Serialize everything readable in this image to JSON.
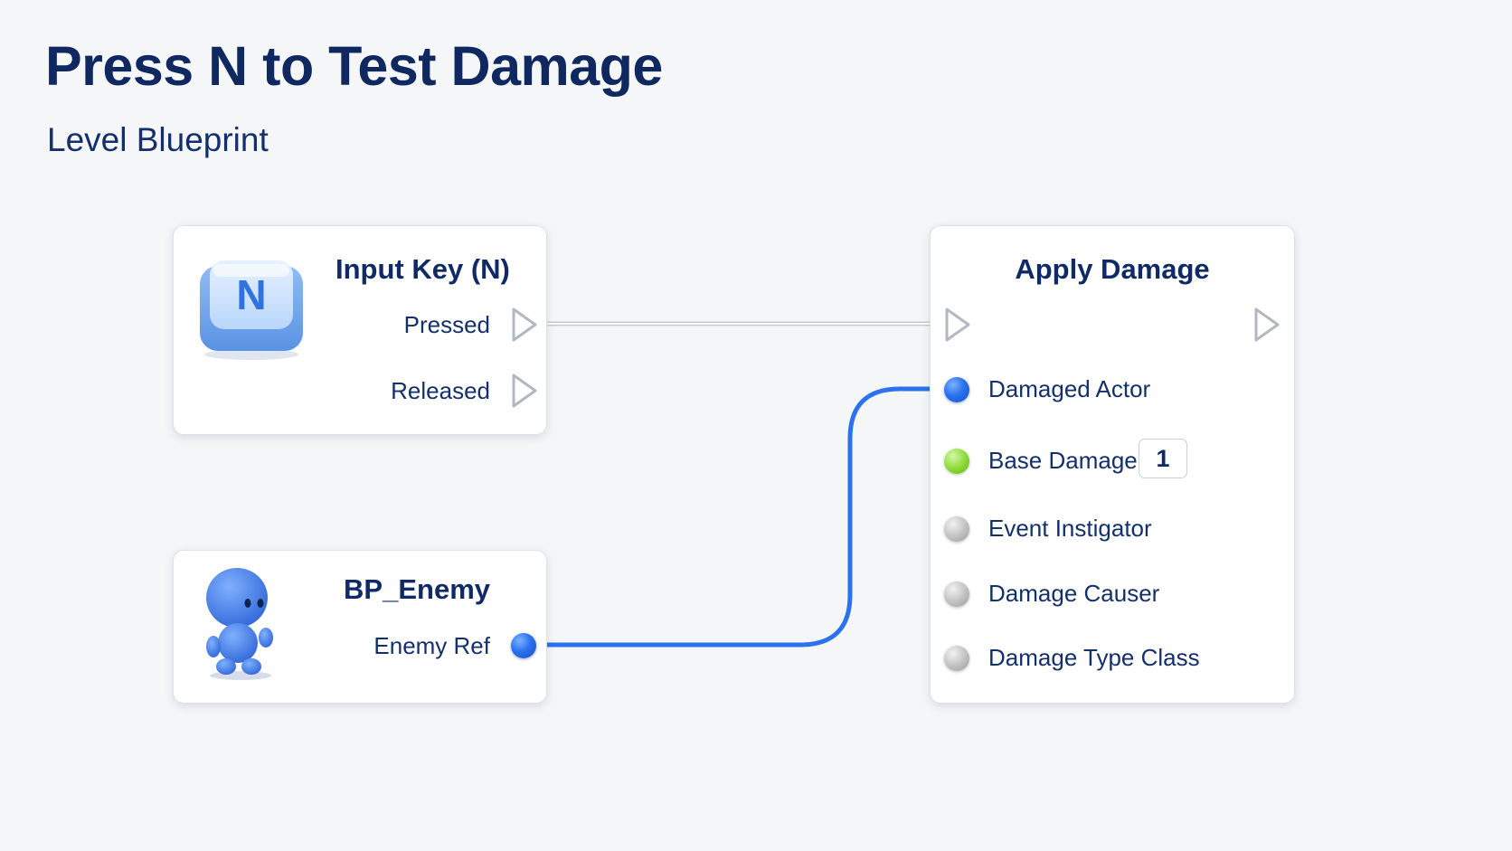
{
  "header": {
    "title": "Press N to Test Damage",
    "subtitle": "Level Blueprint"
  },
  "nodes": {
    "input_key": {
      "title": "Input Key (N)",
      "key_letter": "N",
      "icon": "keyboard-key-icon",
      "pins": [
        "Pressed",
        "Released"
      ]
    },
    "bp_enemy": {
      "title": "BP_Enemy",
      "icon": "character-icon",
      "pins": [
        "Enemy Ref"
      ]
    },
    "apply_damage": {
      "title": "Apply Damage",
      "pins": [
        {
          "label": "Damaged Actor",
          "color": "#2a72ee"
        },
        {
          "label": "Base Damage",
          "color": "#8fdc3e",
          "value": "1"
        },
        {
          "label": "Event Instigator",
          "color": "#b0b0b0"
        },
        {
          "label": "Damage Causer",
          "color": "#b0b0b0"
        },
        {
          "label": "Damage Type Class",
          "color": "#b0b0b0"
        }
      ]
    }
  },
  "colors": {
    "title": "#0f2860",
    "data_wire": "#2a72ee",
    "exec_wire": "#cfd3da",
    "background": "#f5f6f8"
  }
}
